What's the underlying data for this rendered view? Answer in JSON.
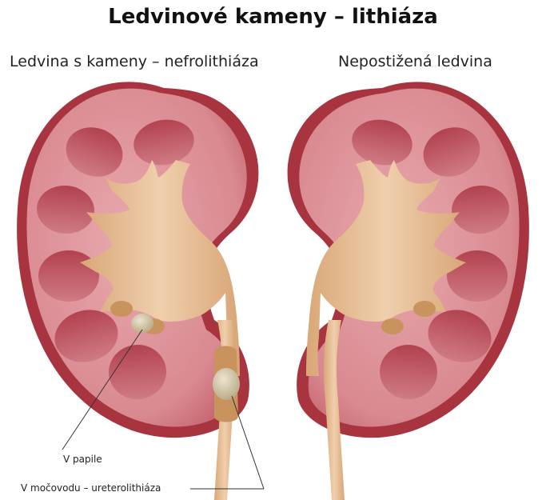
{
  "title": "Ledvinové kameny – lithiáza",
  "left_kidney": {
    "caption": "Ledvina s kameny – nefrolithiáza"
  },
  "right_kidney": {
    "caption": "Nepostižená ledvina"
  },
  "labels": {
    "papilla": "V papile",
    "ureter": "V močovodu – ureterolithiáza"
  },
  "colors": {
    "cortex": "#d98c94",
    "capsule": "#a8343f",
    "pyramid": "#b94d5a",
    "pelvis": "#e8c29c",
    "pelvis_shadow": "#c9935e",
    "stone": "#cfc3a4"
  }
}
